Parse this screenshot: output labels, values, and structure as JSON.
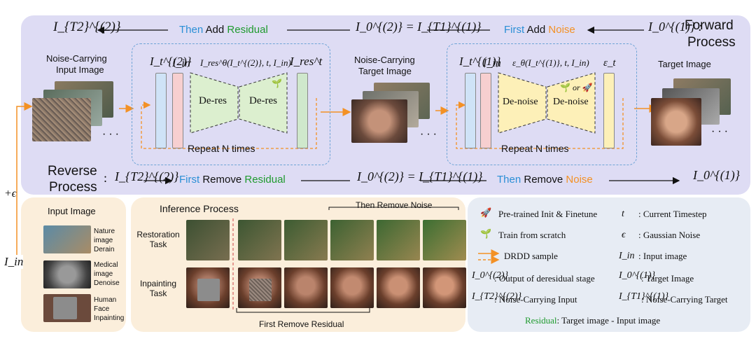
{
  "top": {
    "left_result": "I_{T2}^{(2)}",
    "then_word": "Then",
    "add_word": "Add",
    "residual_word": "Residual",
    "middle_eq": "I_0^{(2)} = I_{T1}^{(1)}",
    "first_word": "First",
    "noise_word": "Noise",
    "forward_start": "I_0^{(1)} :",
    "forward_label_1": "Forward",
    "forward_label_2": "Process"
  },
  "labels": {
    "noisy_input_1": "Noise-Carrying",
    "noisy_input_2": "Input Image",
    "noisy_target_1": "Noise-Carrying",
    "noisy_target_2": "Target Image",
    "target": "Target Image",
    "repeat": "Repeat N times",
    "deres": "De-res",
    "denoise": "De-noise",
    "or_word": "or"
  },
  "math": {
    "it2": "I_t^{(2)}",
    "iin": "I_in",
    "ires_theta": "I_res^θ(I_t^{(2)}, t, I_in)",
    "ires_t": "I_res^t",
    "it1": "I_t^{(1)}",
    "eps_theta": "ε_θ(I_t^{(1)}, t, I_in)",
    "eps_t": "ε_t",
    "plus_eps": "+ϵ",
    "iin_side": "I_in"
  },
  "reverse": {
    "label_1": "Reverse",
    "label_2": "Process",
    "start": "I_{T2}^{(2)}",
    "first_word": "First",
    "remove_word": "Remove",
    "residual_word": "Residual",
    "middle_eq": "I_0^{(2)} = I_{T1}^{(1)}",
    "then_word": "Then",
    "noise_word": "Noise",
    "end": "I_0^{(1)}"
  },
  "input_panel": {
    "title": "Input Image",
    "items": [
      {
        "line1": "Nature",
        "line2": "image",
        "line3": "Derain"
      },
      {
        "line1": "Medical",
        "line2": "image",
        "line3": "Denoise"
      },
      {
        "line1": "Human",
        "line2": "Face",
        "line3": "Inpainting"
      }
    ]
  },
  "inference": {
    "title": "Inference Process",
    "then_remove_noise": "Then Remove Noise",
    "first_remove_residual": "First Remove Residual",
    "task1_line1": "Restoration",
    "task1_line2": "Task",
    "task2_line1": "Inpainting",
    "task2_line2": "Task"
  },
  "legend": {
    "pretrained": "Pre-trained Init & Finetune",
    "scratch": "Train from scratch",
    "sample": "DRDD sample",
    "out_deres": "Output of deresidual stage",
    "noisy_input": "Noise-Carrying Input",
    "t_sym": "t",
    "t_desc": ": Current Timestep",
    "eps_sym": "ϵ",
    "eps_desc": ": Gaussian Noise",
    "iin_sym": "I_in",
    "iin_desc": ": Input image",
    "i01_sym": "I_0^{(1)}",
    "i01_desc": ": Target Image",
    "it1_sym": "I_{T1}^{(1)}",
    "it1_desc": ": Noise-Carrying Target",
    "i02_sym": "I_0^{(2)}",
    "it2_sym": "I_{T2}^{(2)}",
    "residual_word": "Residual",
    "residual_def": ": Target image - Input image"
  },
  "colors": {
    "top_bg": "#dedcf4",
    "bottom_bg": "#fbeedb",
    "legend_bg": "#e7ecf4",
    "blue_text": "#2b8fd6",
    "green_text": "#1f9a2e",
    "orange_text": "#f39125",
    "trap_green": "#dcefcf",
    "trap_yellow": "#fdf0b8",
    "bar_blue": "#cfe3f7",
    "bar_red": "#f7cfd0",
    "bar_green": "#cfe8cc",
    "bar_yellow": "#fdf0b8"
  }
}
